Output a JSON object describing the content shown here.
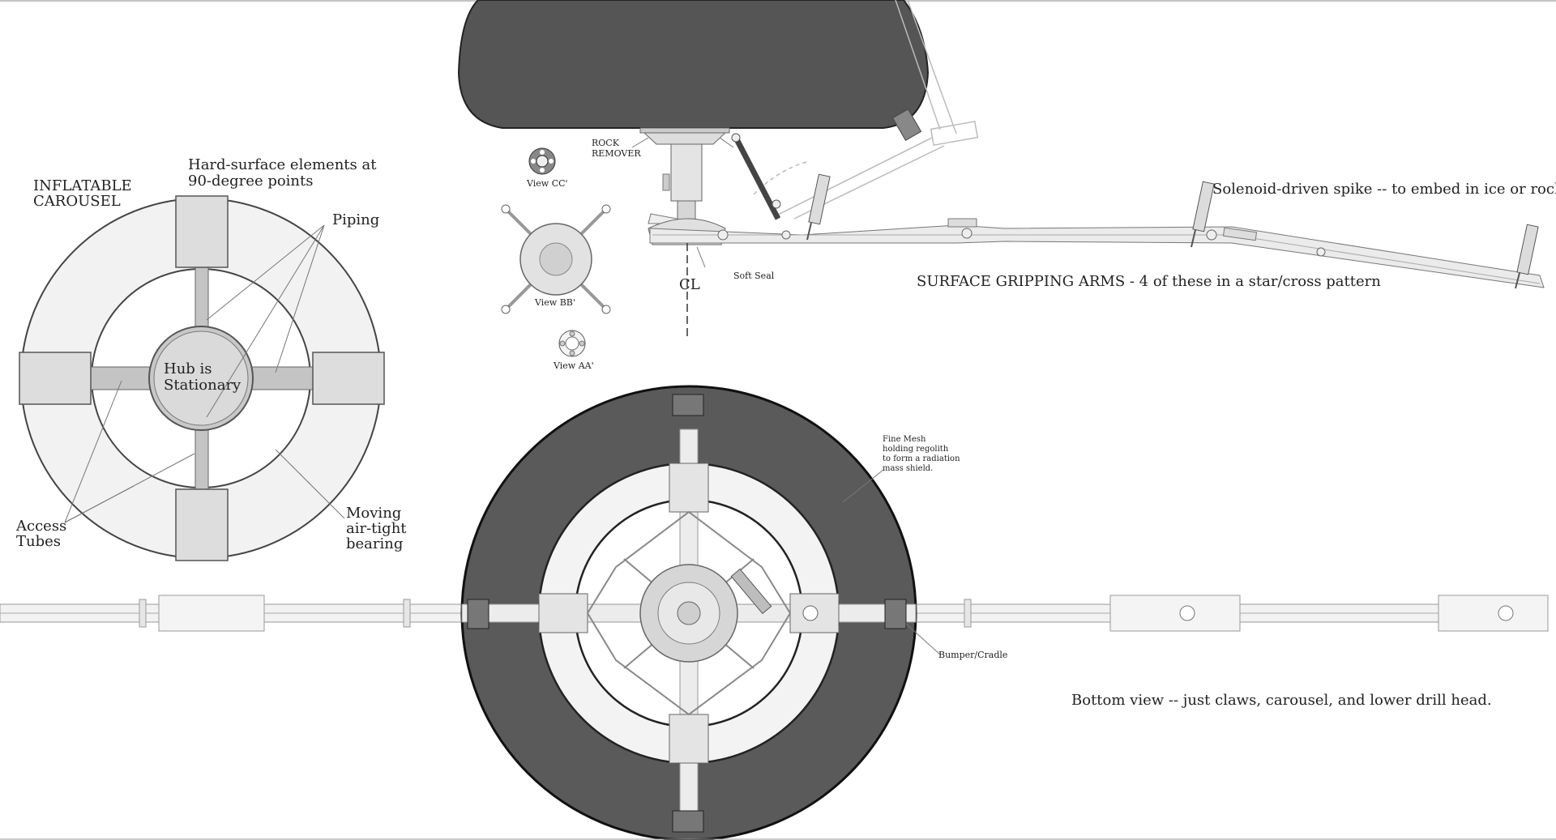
{
  "carousel": {
    "title_line1": "INFLATABLE",
    "title_line2": "CAROUSEL",
    "hard_surface_line1": "Hard-surface elements at",
    "hard_surface_line2": "90-degree points",
    "piping": "Piping",
    "hub_line1": "Hub is",
    "hub_line2": "Stationary",
    "access_line1": "Access",
    "access_line2": "Tubes",
    "bearing_line1": "Moving",
    "bearing_line2": "air-tight",
    "bearing_line3": "bearing"
  },
  "side_view": {
    "rock_remover_line1": "ROCK",
    "rock_remover_line2": "REMOVER",
    "view_cc": "View CC'",
    "view_bb": "View BB'",
    "view_aa": "View AA'",
    "soft_seal": "Soft Seal",
    "centerline": "CL",
    "spike_note": "Solenoid-driven spike -- to embed in ice or rock",
    "arms_note": "SURFACE GRIPPING ARMS - 4 of these in a star/cross pattern"
  },
  "bottom_view": {
    "mesh_line1": "Fine Mesh",
    "mesh_line2": "holding regolith",
    "mesh_line3": "to form a radiation",
    "mesh_line4": "mass shield.",
    "bumper": "Bumper/Cradle",
    "caption": "Bottom view -- just claws, carousel, and lower drill head."
  }
}
